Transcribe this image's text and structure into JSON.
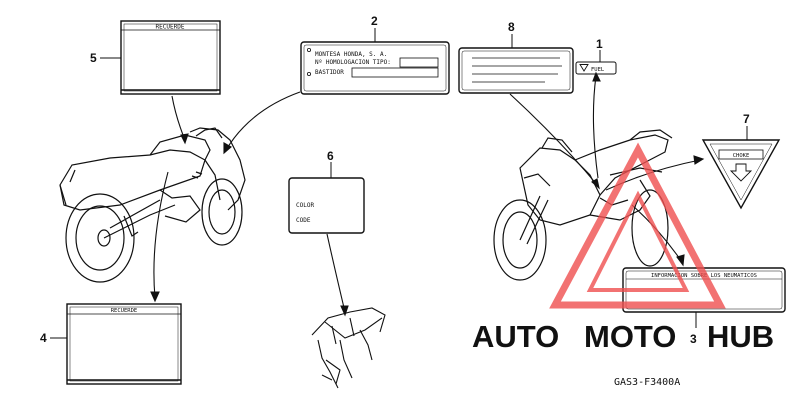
{
  "callouts": {
    "n1": "1",
    "n2": "2",
    "n3": "3",
    "n4": "4",
    "n5": "5",
    "n6": "6",
    "n7": "7",
    "n8": "8"
  },
  "labels": {
    "recuerde_top": "RECUERDE",
    "recuerde_bottom": "RECUERDE",
    "plate_line1": "MONTESA HONDA, S. A.",
    "plate_line2": "Nº HOMOLOGACION TIPO:",
    "plate_line3": "BASTIDOR",
    "color": "COLOR",
    "code": "CODE",
    "fuel": "FUEL",
    "choke": "CHOKE",
    "tire_info": "INFORMACION SOBRE LOS NEUMATICOS"
  },
  "part_code": "GAS3-F3400A",
  "watermark": {
    "auto": "AUTO",
    "moto": "MOTO",
    "hub": "HUB",
    "color_auto": "#f2b27a",
    "color_moto": "#f06a6a",
    "color_hub": "#8a8a8a",
    "triangle_color": "#f05050"
  },
  "colors": {
    "line": "#111111"
  }
}
